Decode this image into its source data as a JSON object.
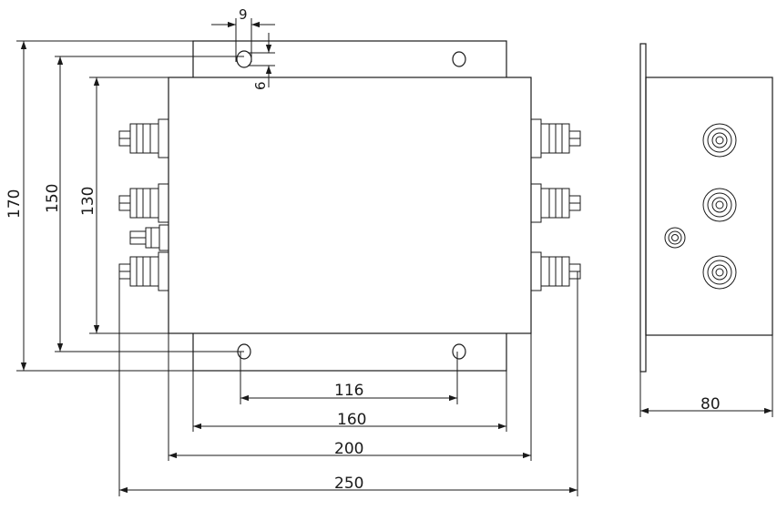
{
  "drawing": {
    "dimensions": {
      "d9": "9",
      "d6": "6",
      "d170": "170",
      "d150": "150",
      "d130": "130",
      "d116": "116",
      "d160": "160",
      "d200": "200",
      "d250": "250",
      "d80": "80"
    }
  }
}
